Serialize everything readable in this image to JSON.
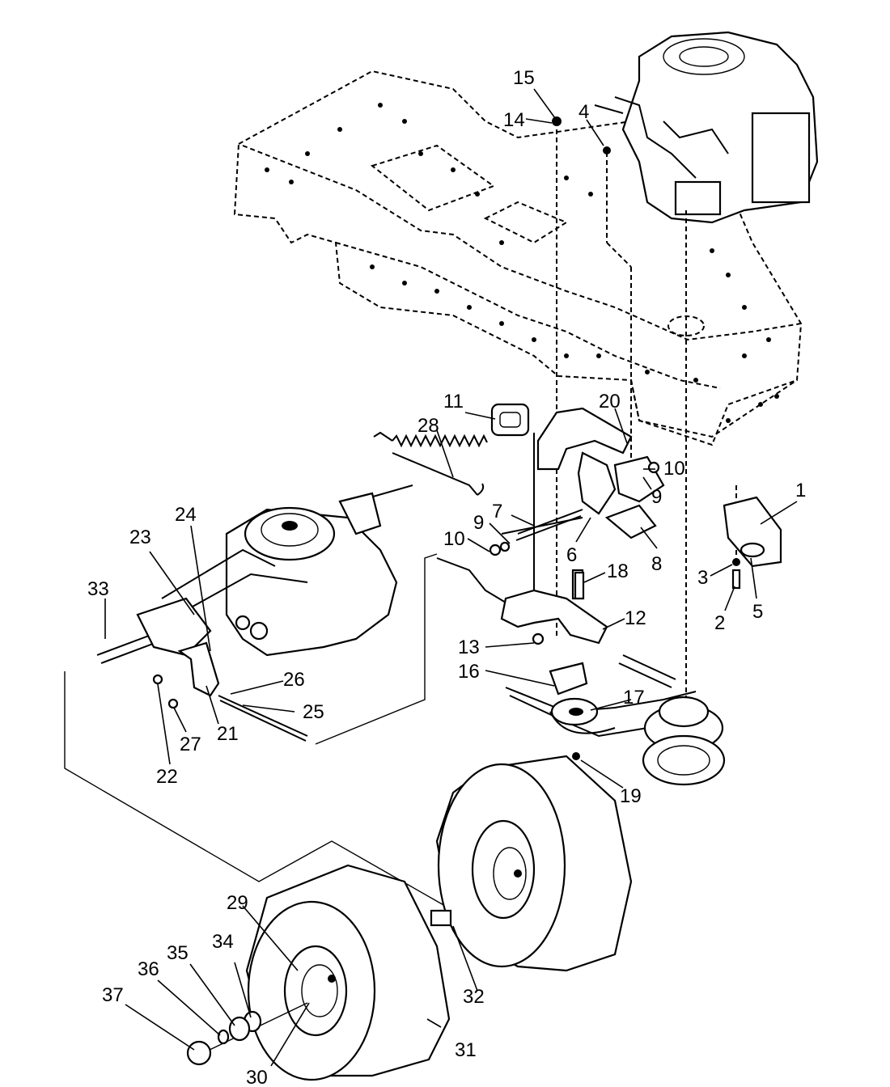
{
  "callouts": [
    "1",
    "2",
    "3",
    "4",
    "5",
    "6",
    "7",
    "8",
    "9",
    "9",
    "10",
    "10",
    "11",
    "12",
    "13",
    "14",
    "15",
    "16",
    "17",
    "18",
    "19",
    "20",
    "21",
    "22",
    "23",
    "24",
    "25",
    "26",
    "27",
    "28",
    "29",
    "30",
    "31",
    "32",
    "33",
    "34",
    "35",
    "36",
    "37"
  ]
}
